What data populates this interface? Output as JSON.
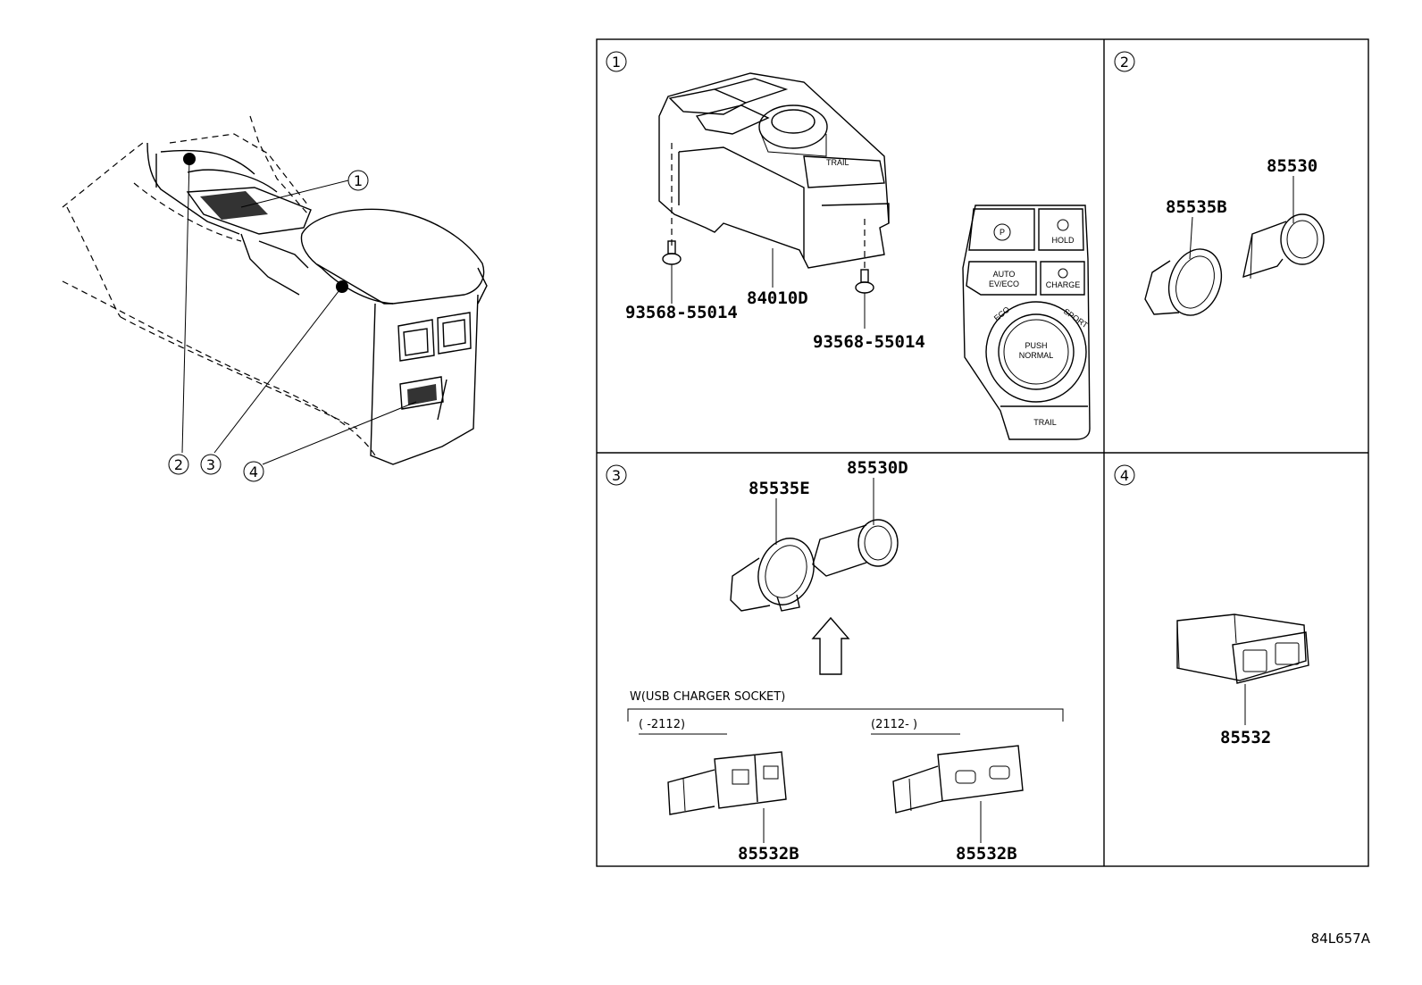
{
  "callouts": {
    "c1": "1",
    "c2": "2",
    "c3": "3",
    "c4": "4"
  },
  "panel1": {
    "number": "1",
    "parts": {
      "switch_module": "84010D",
      "screw_left": "93568-55014",
      "screw_right": "93568-55014"
    },
    "switch_labels": {
      "parking": "P",
      "hold": "HOLD",
      "auto": "AUTO",
      "ev_mode": "EV/ECO",
      "ev_charge": "CHARGE",
      "eco": "ECO",
      "sport": "SPORT",
      "push": "PUSH",
      "normal": "NORMAL",
      "trail": "TRAIL"
    }
  },
  "panel2": {
    "number": "2",
    "parts": {
      "socket": "85530",
      "holder": "85535B"
    }
  },
  "panel3": {
    "number": "3",
    "parts": {
      "holder": "85535E",
      "socket": "85530D",
      "usb_left": "85532B",
      "usb_right": "85532B"
    },
    "note": "W(USB CHARGER SOCKET)",
    "range_left": "(      -2112)",
    "range_right": "(2112-       )"
  },
  "panel4": {
    "number": "4",
    "parts": {
      "usb": "85532"
    }
  },
  "diagram_code": "84L657A",
  "colors": {
    "ink": "#000000",
    "background": "#ffffff"
  }
}
